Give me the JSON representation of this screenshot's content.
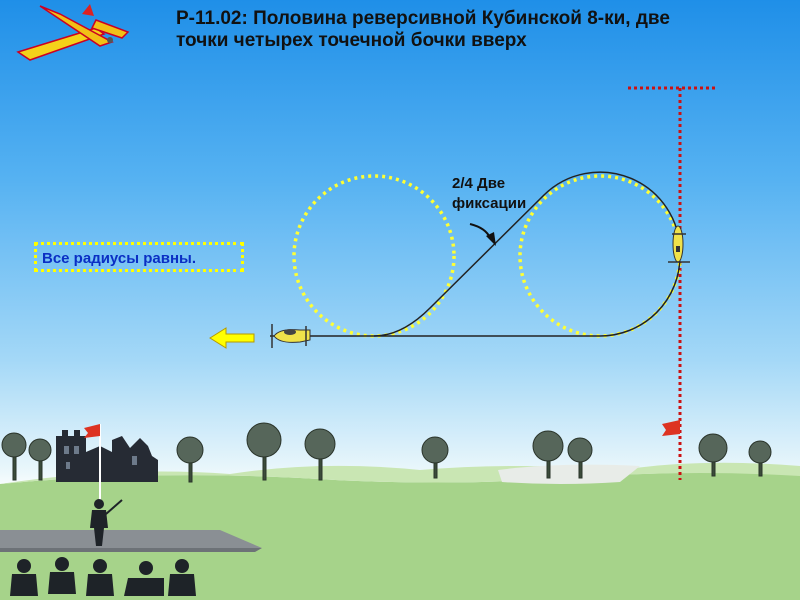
{
  "title": {
    "line1": "P-11.02: Половина реверсивной Кубинской 8-ки, две",
    "line2": "точки четырех точечной бочки вверх"
  },
  "note": "Все радиусы равны.",
  "roll_label": {
    "line1": "2/4 Две",
    "line2": "фиксации"
  },
  "colors": {
    "flight_path": "#222222",
    "loop_guide": "#ffff33",
    "vertical_reference": "#cc1111",
    "direction_arrow": "#ffff00",
    "note_text": "#0a2fc4",
    "ground": "#a6d38a",
    "runway": "#8a8f94"
  },
  "icons": [
    "aerobatic-plane-logo-icon",
    "direction-arrow-icon",
    "model-plane-icon",
    "roll-arrow-icon",
    "judge-flag-icon",
    "castle-ruin-icon",
    "pilot-figure-icon",
    "judges-group-icon",
    "tree-icon"
  ]
}
